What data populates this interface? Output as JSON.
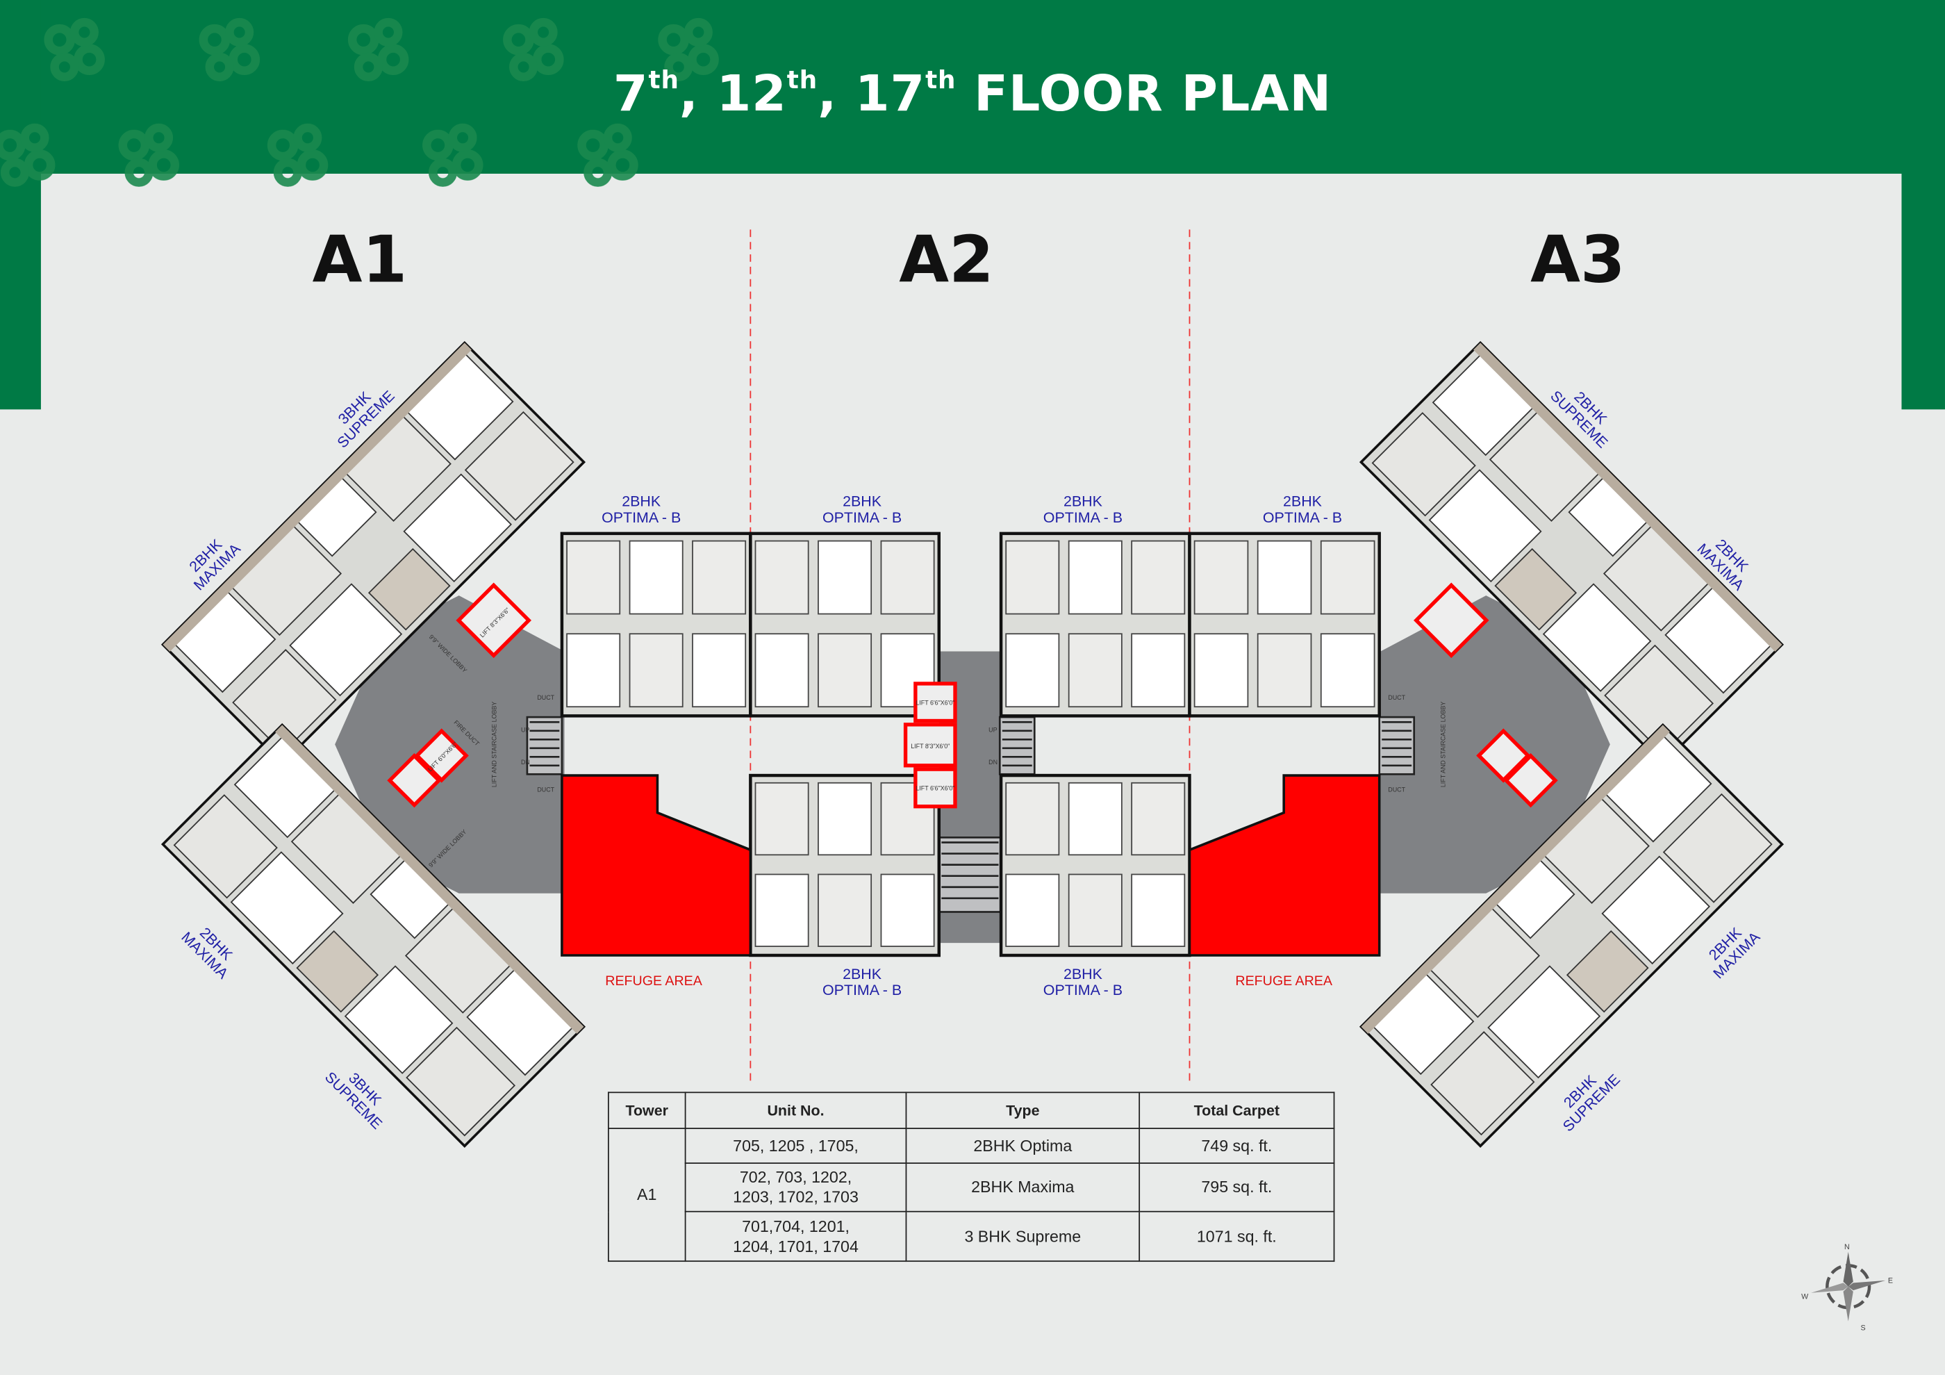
{
  "header": {
    "title_parts": [
      {
        "num": "7",
        "sup": "th"
      },
      {
        "num": ", 12",
        "sup": "th"
      },
      {
        "num": ", 17",
        "sup": "th"
      }
    ],
    "title_tail": " FLOOR PLAN"
  },
  "towers": [
    "A1",
    "A2",
    "A3"
  ],
  "unit_labels": {
    "optima_line1": "2BHK",
    "optima_line2": "OPTIMA - B",
    "a1": [
      {
        "line1": "3BHK",
        "line2": "SUPREME"
      },
      {
        "line1": "2BHK",
        "line2": "MAXIMA"
      },
      {
        "line1": "2BHK",
        "line2": "MAXIMA"
      },
      {
        "line1": "3BHK",
        "line2": "SUPREME"
      }
    ],
    "a3": [
      {
        "line1": "2BHK",
        "line2": "SUPREME"
      },
      {
        "line1": "2BHK",
        "line2": "MAXIMA"
      },
      {
        "line1": "2BHK",
        "line2": "MAXIMA"
      },
      {
        "line1": "2BHK",
        "line2": "SUPREME"
      }
    ],
    "refuge": "REFUGE AREA"
  },
  "core_labels": {
    "wide_lobby": "9'9\" WIDE LOBBY",
    "lift_lobby": "LIFT AND STAIRCASE LOBBY",
    "lift_a": "LIFT 8'3\"X6'6\"",
    "lift_b": "LIFT 6'0\"X6'6\"",
    "fire_duct": "FIRE DUCT",
    "duct": "DUCT",
    "up": "UP",
    "dn": "DN",
    "lift_c": "LIFT 6'6\"X6'0\"",
    "lift_d": "LIFT 8'3\"X6'0\""
  },
  "table": {
    "headers": [
      "Tower",
      "Unit No.",
      "Type",
      "Total Carpet"
    ],
    "tower": "A1",
    "rows": [
      {
        "units": "705, 1205 , 1705,",
        "type": "2BHK Optima",
        "carpet": "749 sq. ft."
      },
      {
        "units": "702, 703, 1202, 1203, 1702, 1703",
        "type": "2BHK Maxima",
        "carpet": "795 sq. ft."
      },
      {
        "units": "701,704, 1201, 1204, 1701, 1704",
        "type": "3 BHK Supreme",
        "carpet": "1071 sq. ft."
      }
    ]
  },
  "compass": {
    "n": "N",
    "e": "E",
    "s": "S",
    "w": "W"
  },
  "colors": {
    "brand_green": "#007a45",
    "refuge_red": "#ff0000",
    "label_blue": "#1f1fa5",
    "core_gray": "#808285"
  }
}
